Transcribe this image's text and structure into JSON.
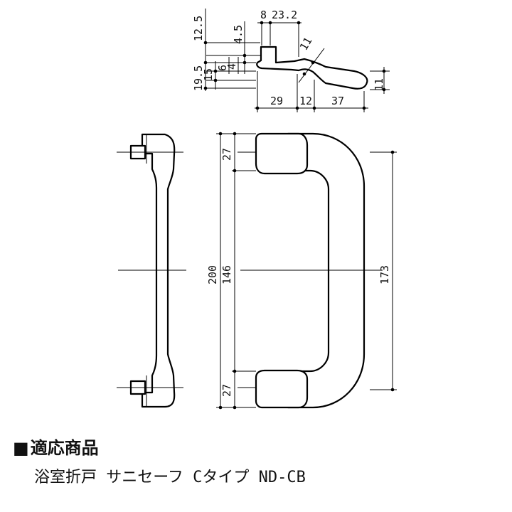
{
  "dimensions": {
    "top_view": {
      "width_8": "8",
      "width_23_2": "23.2",
      "height_12_5": "12.5",
      "height_4_5": "4.5",
      "height_19_5": "19.5",
      "height_15": "15",
      "height_6": "6",
      "height_4": "4",
      "angle_11": "11",
      "thickness_11": "11",
      "length_29": "29",
      "length_12": "12",
      "length_37": "37"
    },
    "front_view": {
      "total_length": "200",
      "pitch": "146",
      "grip_length": "173",
      "base_top": "27",
      "base_bottom": "27"
    }
  },
  "caption": {
    "mark": "■",
    "heading": "適応商品",
    "product": "浴室折戸 サニセーフ Cタイプ ND-CB"
  }
}
